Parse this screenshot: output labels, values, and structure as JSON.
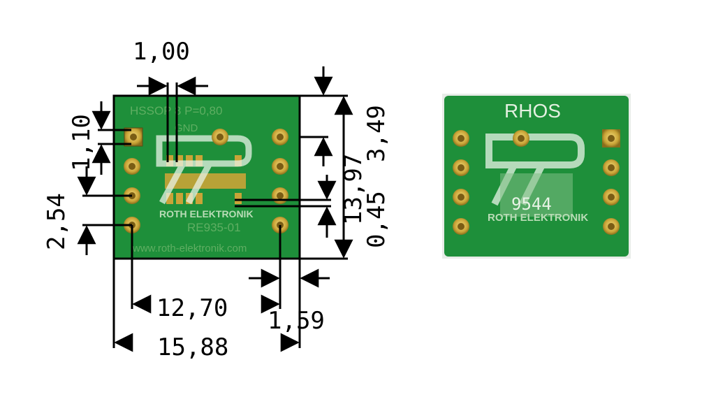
{
  "dimensions": {
    "pitch_pad": "1,00",
    "pad_width": "1,10",
    "row_pitch": "2,54",
    "top_offset": "3,49",
    "height": "13,97",
    "smd_pitch": "0,45",
    "center_distance": "12,70",
    "edge_offset": "1,59",
    "width": "15,88"
  },
  "board_front": {
    "label_top": "HSSOP 8   P=0,80",
    "label_gnd": "GND",
    "brand": "ROTH ELEKTRONIK",
    "part": "RE935-01",
    "url": "www.roth-elektronik.com"
  },
  "board_back": {
    "label_top": "RHOS",
    "brand": "ROTH ELEKTRONIK",
    "code": "9544"
  },
  "colors": {
    "pcb": "#1e8f3a",
    "pcb_dark": "#127a2d",
    "pad_gold": "#c9a437",
    "silk": "#c8e6c4"
  }
}
